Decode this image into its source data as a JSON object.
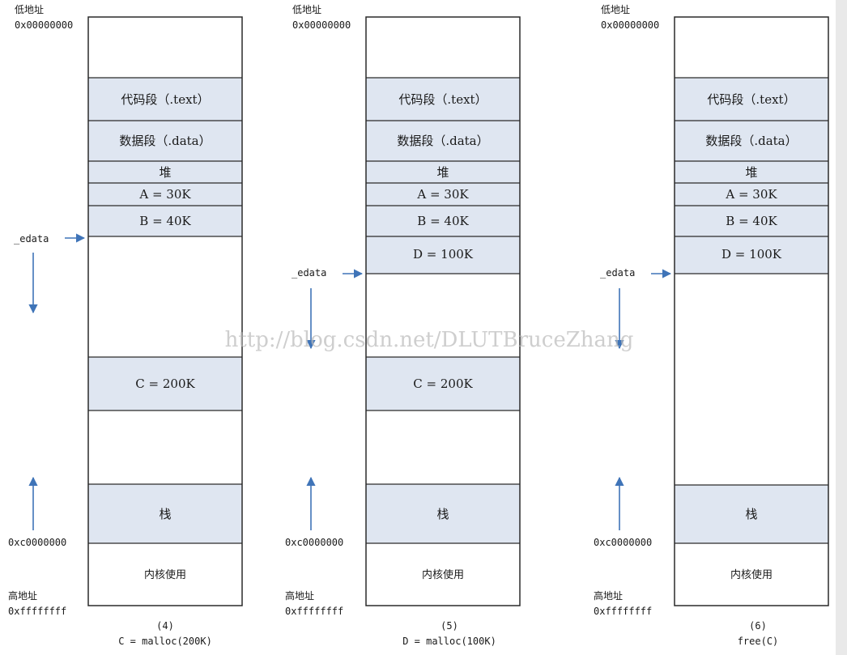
{
  "addresses": {
    "low_label": "低地址",
    "low_value": "0x00000000",
    "kernel_boundary": "0xc0000000",
    "high_label": "高地址",
    "high_value": "0xffffffff",
    "edata": "_edata"
  },
  "segments": {
    "text": "代码段（.text）",
    "data": "数据段（.data）",
    "heap": "堆",
    "a": "A = 30K",
    "b": "B = 40K",
    "c": "C = 200K",
    "d": "D = 100K",
    "stack": "栈",
    "kernel": "内核使用"
  },
  "panels": [
    {
      "step": "(4)",
      "caption": "C = malloc(200K)"
    },
    {
      "step": "(5)",
      "caption": "D = malloc(100K)"
    },
    {
      "step": "(6)",
      "caption": "free(C)"
    }
  ],
  "watermark": "http://blog.csdn.net/DLUTBruceZhang",
  "colors": {
    "fill": "#dfe6f1",
    "border": "#2a2a2a",
    "arrow": "#3f74b8",
    "text": "#1a1a1a"
  }
}
